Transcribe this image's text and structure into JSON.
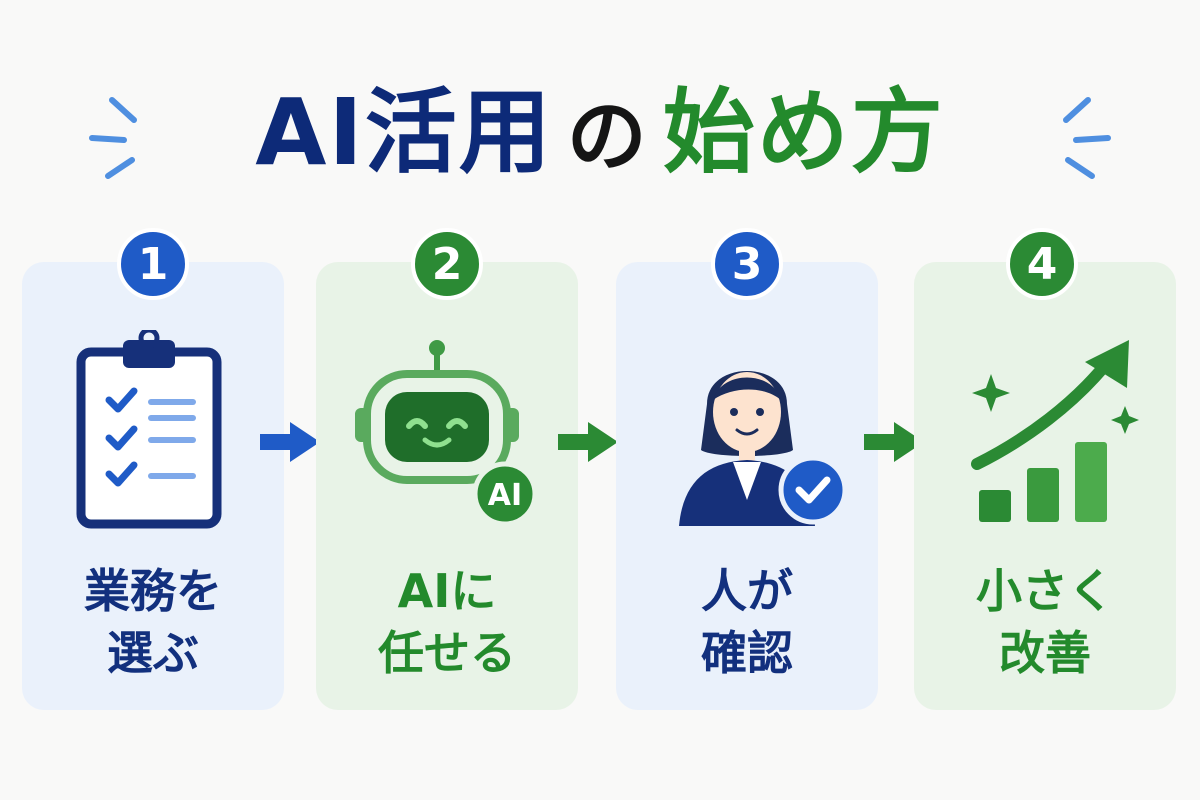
{
  "title": {
    "part1": "AI活用",
    "part2": "の",
    "part3": "始め方"
  },
  "colors": {
    "blue": "#1f5bc7",
    "navy": "#0d2a78",
    "green": "#2b8a34",
    "light_blue": "#eaf1fb",
    "light_green": "#e8f3e7"
  },
  "steps": [
    {
      "number": "1",
      "line1": "業務を",
      "line2": "選ぶ",
      "icon": "clipboard-checklist-icon"
    },
    {
      "number": "2",
      "line1": "AIに",
      "line2": "任せる",
      "icon": "ai-robot-icon",
      "badge_text": "AI"
    },
    {
      "number": "3",
      "line1": "人が",
      "line2": "確認",
      "icon": "person-check-icon"
    },
    {
      "number": "4",
      "line1": "小さく",
      "line2": "改善",
      "icon": "growth-chart-icon"
    }
  ]
}
